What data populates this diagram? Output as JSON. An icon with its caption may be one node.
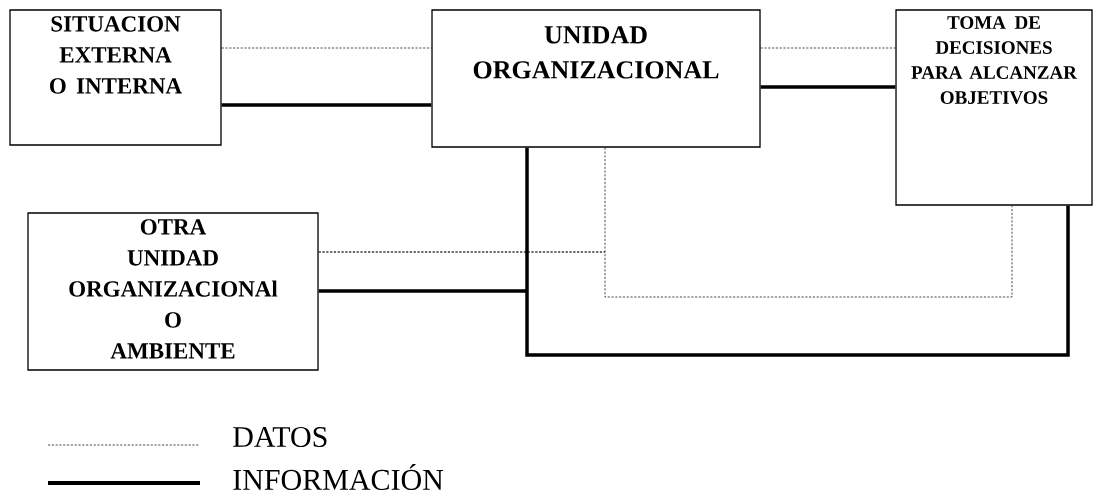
{
  "diagram": {
    "nodes": [
      {
        "text": [
          "SITUACION EXTERNA O INTERNA"
        ]
      },
      {
        "text": [
          "UNIDAD ORGANIZACIONAL"
        ]
      },
      {
        "text": [
          "TOMA DE DECISIONES PARA ALCANZAR OBJETIVOS"
        ]
      },
      {
        "text": [
          "OTRA UNIDAD ORGANIZACIONAl O AMBIENTE"
        ]
      }
    ],
    "edges": [
      {
        "from": 0,
        "to": 1,
        "arrow": "none",
        "style": "dashed"
      },
      {
        "from": 0,
        "to": 1,
        "arrow": "none",
        "style": "thick"
      },
      {
        "from": 1,
        "to": 2,
        "arrow": "none",
        "style": "dashed"
      },
      {
        "from": 1,
        "to": 2,
        "arrow": "none",
        "style": "thick"
      },
      {
        "from": 1,
        "to": 2,
        "arrow": "none",
        "style": "dashed"
      },
      {
        "from": 3,
        "to": 1,
        "arrow": "none",
        "style": "dashed"
      },
      {
        "from": 3,
        "to": 2,
        "arrow": "none",
        "style": "dashed"
      },
      {
        "from": 1,
        "to": 2,
        "arrow": "none",
        "style": "thick"
      },
      {
        "from": 3,
        "to": 1,
        "arrow": "none",
        "style": "thick"
      },
      {
        "from": 3,
        "to": 2,
        "arrow": "none",
        "style": "thick"
      }
    ],
    "legend": [
      {
        "text": "DATOS"
      },
      {
        "text": "INFORMACIÓN"
      }
    ]
  }
}
